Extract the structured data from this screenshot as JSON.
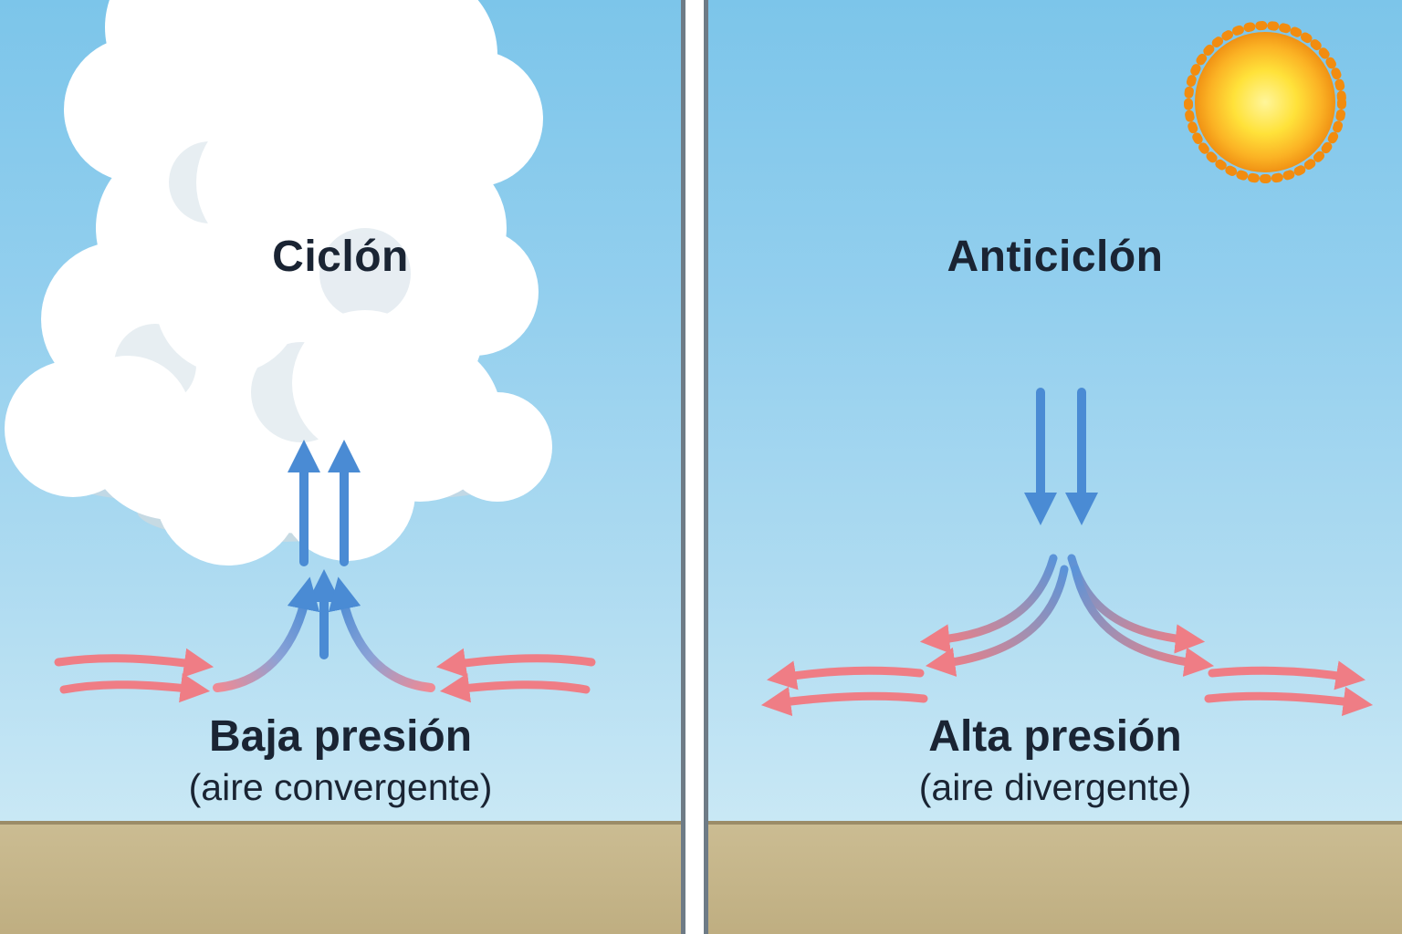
{
  "diagram": {
    "left": {
      "title": "Ciclón",
      "pressure": "Baja presión",
      "air": "(aire convergente)"
    },
    "right": {
      "title": "Anticiclón",
      "pressure": "Alta presión",
      "air": "(aire divergente)"
    }
  },
  "colors": {
    "sky_top": "#7cc5ea",
    "sky_bottom": "#cdeaf6",
    "ground": "#c4b488",
    "text": "#1a2433",
    "arrow_blue": "#4a8bd4",
    "arrow_pink": "#ef7d85",
    "sun_core": "#fff04d",
    "sun_edge": "#f09214",
    "cloud": "#ffffff",
    "divider_border": "#6e7b86"
  }
}
